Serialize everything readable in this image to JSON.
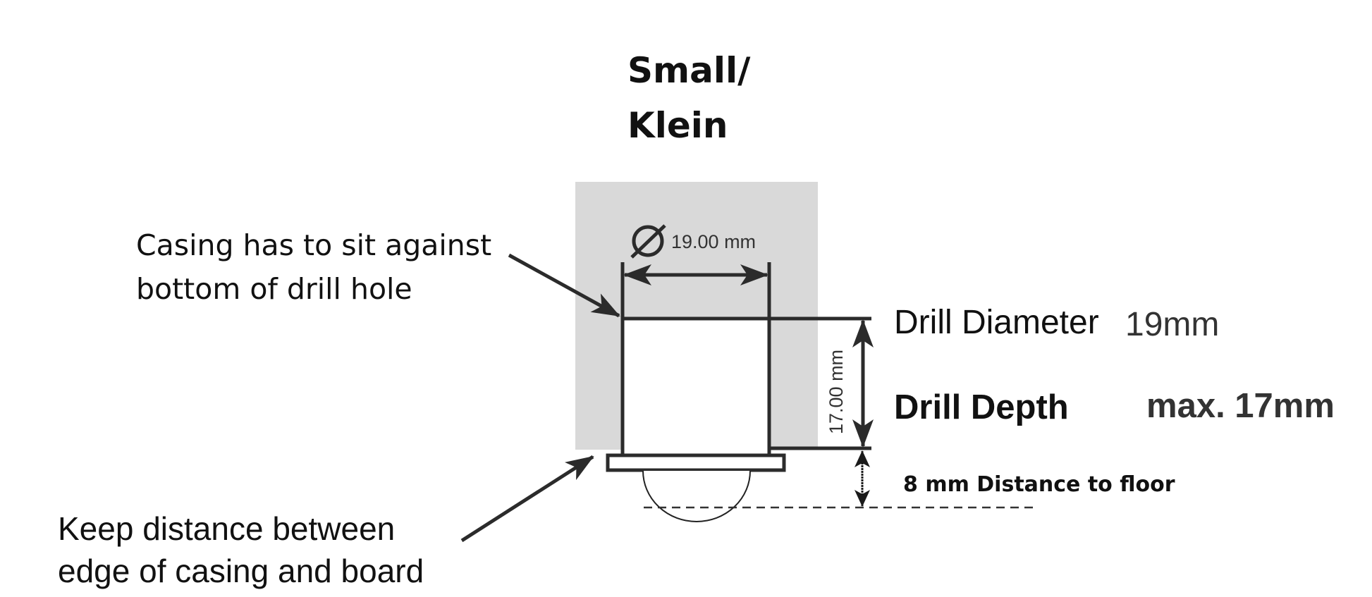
{
  "title": {
    "line1": "Small/",
    "line2": "Klein"
  },
  "annotations": {
    "casing_note": {
      "line1": "Casing has to sit against",
      "line2": "bottom of drill hole"
    },
    "distance_note": {
      "line1": "Keep distance between",
      "line2": "edge of casing and board"
    }
  },
  "dimensions": {
    "diameter_symbol": "⌀",
    "diameter_label": "19.00 mm",
    "depth_label": "17.00 mm"
  },
  "specs": {
    "drill_diameter_label": "Drill Diameter",
    "drill_diameter_value": "19mm",
    "drill_depth_label": "Drill Depth",
    "drill_depth_value": "max. 17mm",
    "floor_distance": "8 mm Distance to floor"
  },
  "colors": {
    "board_fill": "#d9d9d9",
    "line": "#2b2b2b",
    "text": "#111111"
  }
}
